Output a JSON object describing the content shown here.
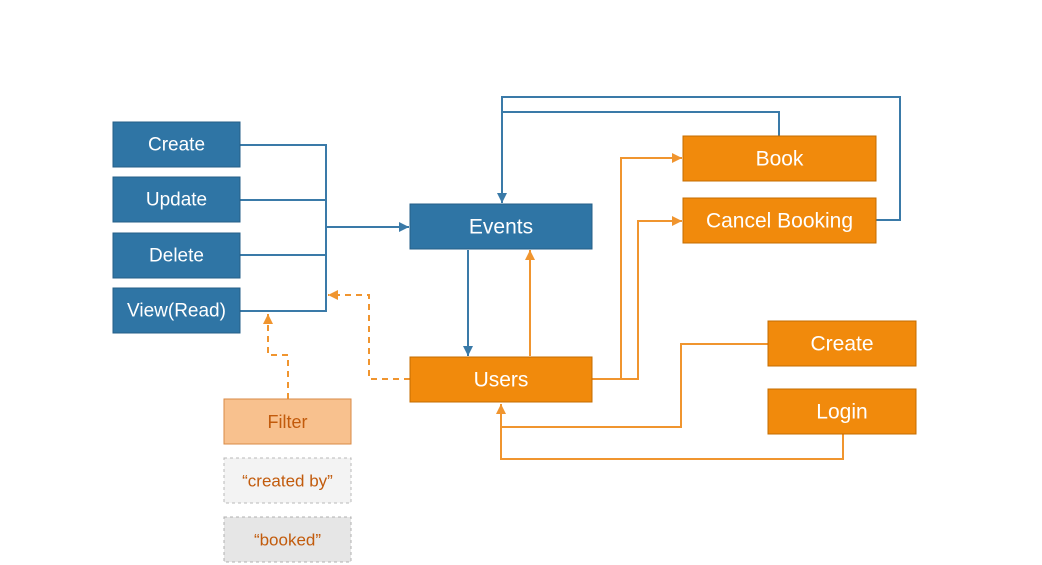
{
  "crud": {
    "create": "Create",
    "update": "Update",
    "delete": "Delete",
    "view": "View(Read)"
  },
  "events": "Events",
  "users": "Users",
  "booking_actions": {
    "book": "Book",
    "cancel_booking": "Cancel Booking"
  },
  "auth": {
    "create": "Create",
    "login": "Login"
  },
  "filter": {
    "label": "Filter",
    "options": [
      "“created by”",
      "“booked”"
    ]
  },
  "colors": {
    "blue": "#2f75a5",
    "orange": "#f18a0c",
    "filter": "#f8c18e",
    "option_text": "#c25b0c",
    "blue_line": "#3a7aa8",
    "orange_line": "#f0952f"
  }
}
